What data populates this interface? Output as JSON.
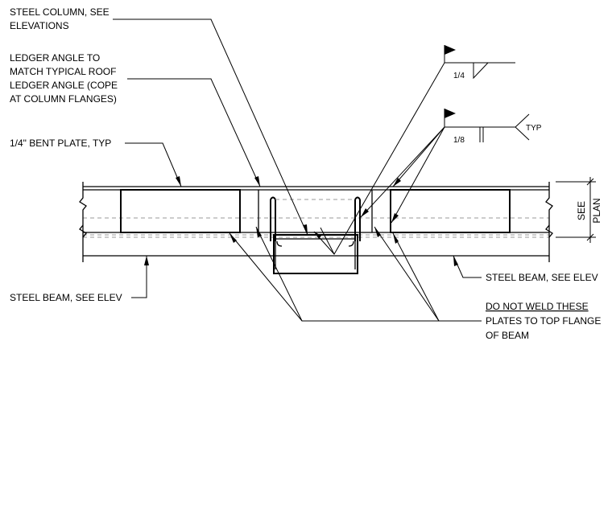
{
  "notes": {
    "steel_column": [
      "STEEL COLUMN, SEE",
      "ELEVATIONS"
    ],
    "ledger_angle": [
      "LEDGER ANGLE TO",
      "MATCH TYPICAL ROOF",
      "LEDGER ANGLE (COPE",
      "AT COLUMN FLANGES)"
    ],
    "bent_plate": [
      "1/4\" BENT PLATE, TYP"
    ],
    "steel_beam_left": [
      "STEEL BEAM, SEE ELEV"
    ],
    "steel_beam_right": [
      "STEEL BEAM, SEE ELEV"
    ],
    "do_not_weld": [
      "DO NOT WELD THESE",
      "PLATES TO TOP FLANGE",
      "OF BEAM"
    ]
  },
  "welds": {
    "upper_size": "1/4",
    "lower_size": "1/8",
    "lower_tail": "TYP"
  },
  "dimension": {
    "label_1": "SEE",
    "label_2": "PLAN"
  },
  "colors": {
    "line": "#000000",
    "hidden_line": "#9a9a9a",
    "background": "#ffffff"
  }
}
